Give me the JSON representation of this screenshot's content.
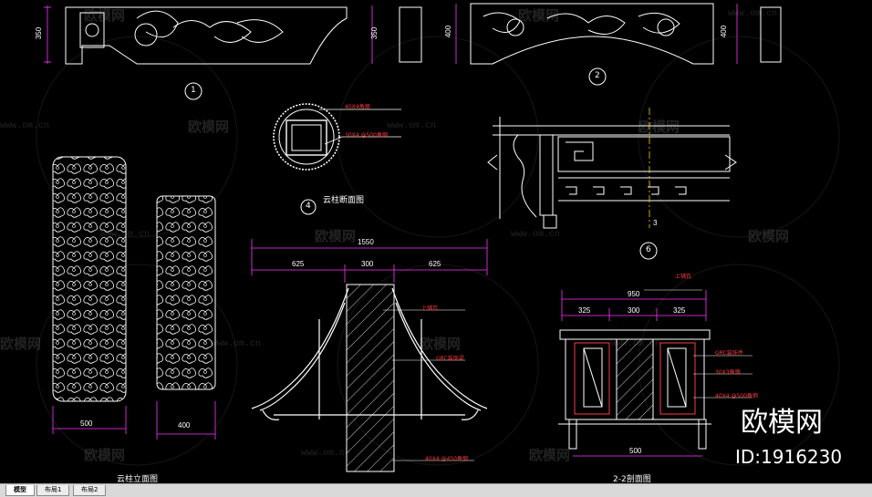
{
  "drawing": {
    "labels": {
      "cloud_section": "云柱断面图",
      "cloud_elevation": "云柱立面图",
      "section_22": "2-2剖面图"
    },
    "numbers": [
      "1",
      "2",
      "4",
      "6",
      "3"
    ],
    "dims": {
      "d350a": "350",
      "d350b": "350",
      "d400a": "400",
      "d500": "500",
      "d400b": "400",
      "d1550": "1550",
      "d625a": "625",
      "d300a": "300",
      "d625b": "625",
      "d950": "950",
      "d325a": "325",
      "d300b": "300",
      "d325b": "325",
      "d500b": "500"
    },
    "notes": {
      "n1": "40X4角钢",
      "n2": "30X4 @500角钢",
      "n3": "上铺瓦",
      "n4": "GRC装饰梁",
      "n5": "40X4 @450角钢",
      "n6": "上铺瓦",
      "n7": "GRC装饰件",
      "n8": "30X3角钢",
      "n9": "40X4 @500角钢"
    }
  },
  "watermark": {
    "brand": "欧模网",
    "url": "www.om.cn"
  },
  "brand_badge": {
    "title": "欧模网",
    "id": "ID:1916230"
  },
  "tabs": [
    {
      "label": "模型",
      "active": true
    },
    {
      "label": "布局1",
      "active": false
    },
    {
      "label": "布局2",
      "active": false
    }
  ],
  "colors": {
    "background": "#000000",
    "lines": "#ffffff",
    "dimension": "#ff33ff",
    "annotation": "#ff3b3b",
    "axis": "#ffd400"
  }
}
